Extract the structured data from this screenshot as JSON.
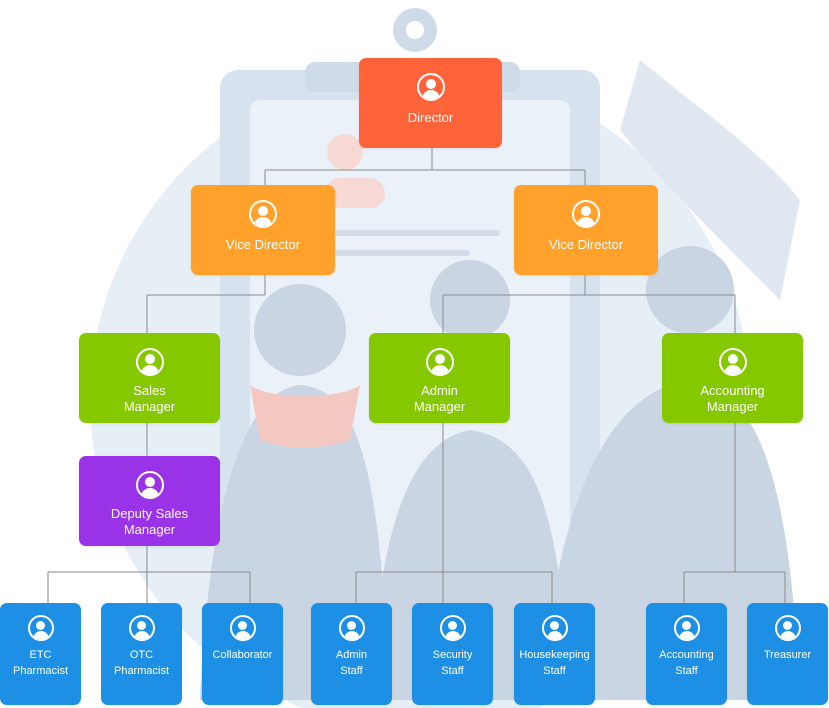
{
  "colors": {
    "director": "#ff6339",
    "vice_director": "#ffa12b",
    "manager": "#85c800",
    "deputy": "#9a32e8",
    "staff": "#1d8fe4",
    "connector": "#8a8a8a",
    "background_illustration": "#dbe6f1"
  },
  "icons": {
    "node_avatar": "person-avatar-icon"
  },
  "org_chart": {
    "director": {
      "label": "Director"
    },
    "vice_director_left": {
      "label": "Vice Director"
    },
    "vice_director_right": {
      "label": "Vice Director"
    },
    "sales_manager": {
      "label": "Sales\nManager"
    },
    "admin_manager": {
      "label": "Admin\nManager"
    },
    "accounting_manager": {
      "label": "Accounting\nManager"
    },
    "deputy_sales_manager": {
      "label": "Deputy Sales\nManager"
    },
    "staff": [
      {
        "label": "ETC\nPharmacist"
      },
      {
        "label": "OTC\nPharmacist"
      },
      {
        "label": "Collaborator"
      },
      {
        "label": "Admin\nStaff"
      },
      {
        "label": "Security\nStaff"
      },
      {
        "label": "Housekeeping\nStaff"
      },
      {
        "label": "Accounting\nStaff"
      },
      {
        "label": "Treasurer"
      }
    ]
  }
}
